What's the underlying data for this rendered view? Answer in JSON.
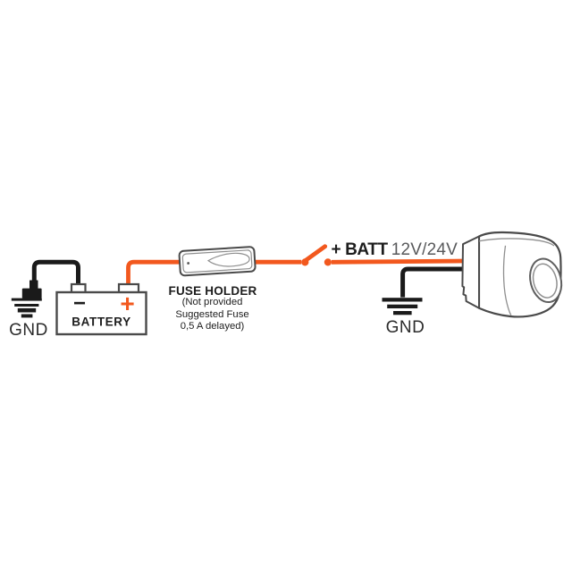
{
  "diagram": {
    "left_ground": {
      "label": "GND"
    },
    "battery": {
      "label": "BATTERY",
      "minus_symbol": "−",
      "plus_symbol": "+"
    },
    "fuse_holder": {
      "title": "FUSE HOLDER",
      "notes": [
        "(Not provided",
        "Suggested Fuse",
        "0,5 A delayed)"
      ]
    },
    "power_label": {
      "bold": "+ BATT",
      "voltage": "12V/24V"
    },
    "right_ground": {
      "label": "GND"
    },
    "colors": {
      "wire_orange": "#F2581E",
      "wire_black": "#1a1a1a",
      "outline_gray": "#4a4a4a",
      "detail_gray": "#8f8f8f",
      "text_black": "#1d1d1d",
      "text_gray": "#58595b"
    }
  }
}
